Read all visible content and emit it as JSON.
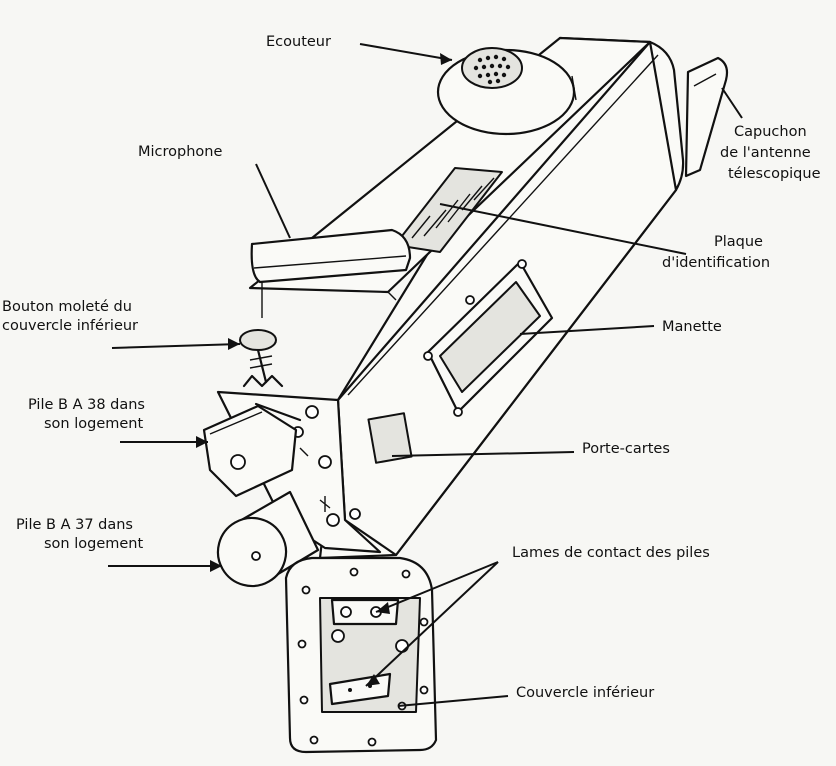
{
  "labels": {
    "ecouteur": "Ecouteur",
    "microphone": "Microphone",
    "capuchon": [
      "Capuchon",
      "de l'antenne",
      "télescopique"
    ],
    "plaque": [
      "Plaque",
      "d'identification"
    ],
    "bouton": [
      "Bouton  moleté du",
      "couvercle inférieur"
    ],
    "manette": "Manette",
    "pile38": [
      "Pile B A 38  dans",
      "son logement"
    ],
    "portecartes": "Porte-cartes",
    "pile37": [
      "Pile B A 37 dans",
      "son logement"
    ],
    "lames": "Lames de contact des piles",
    "couvercle": "Couvercle inférieur"
  }
}
